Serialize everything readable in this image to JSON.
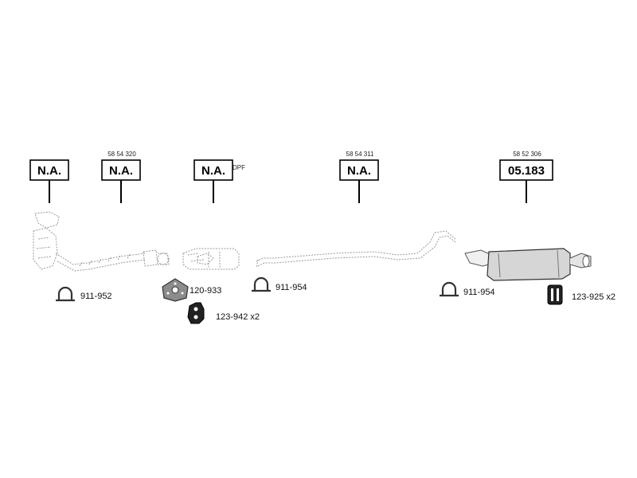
{
  "sections": [
    {
      "id": "sec1",
      "ref": "",
      "label": "N.A.",
      "suffix": ""
    },
    {
      "id": "sec2",
      "ref": "58 54 320",
      "label": "N.A.",
      "suffix": ""
    },
    {
      "id": "sec3",
      "ref": "",
      "label": "N.A.",
      "suffix": "DPF"
    },
    {
      "id": "sec4",
      "ref": "58 54 311",
      "label": "N.A.",
      "suffix": ""
    },
    {
      "id": "sec5",
      "ref": "58 52 306",
      "label": "05.183",
      "suffix": ""
    }
  ],
  "parts": [
    {
      "id": "p1",
      "code": "911-952",
      "icon": "clamp-icon"
    },
    {
      "id": "p2",
      "code": "120-933",
      "icon": "gasket-icon"
    },
    {
      "id": "p3",
      "code": "123-942 x2",
      "icon": "rubber-mount-icon"
    },
    {
      "id": "p4",
      "code": "911-954",
      "icon": "clamp-icon"
    },
    {
      "id": "p5",
      "code": "911-954",
      "icon": "clamp-icon"
    },
    {
      "id": "p6",
      "code": "123-925 x2",
      "icon": "rubber-mount-icon"
    }
  ]
}
